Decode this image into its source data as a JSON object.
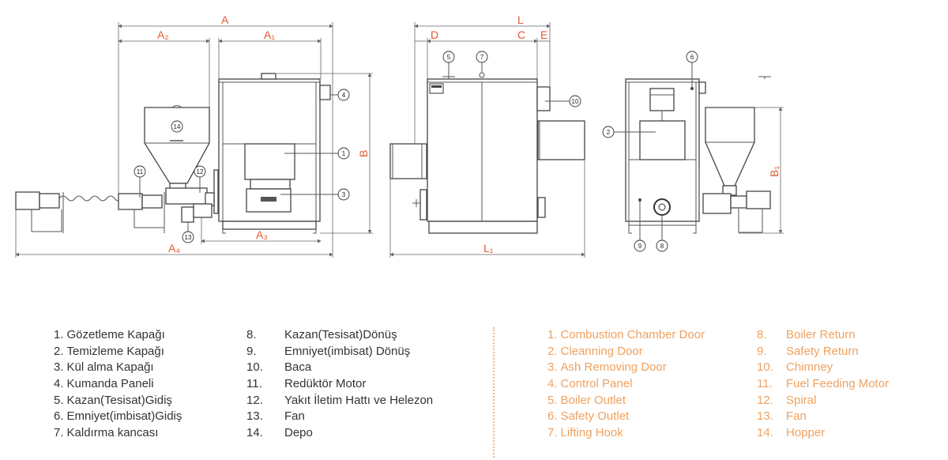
{
  "dimensions": {
    "A": "A",
    "A1": "A₁",
    "A2": "A₂",
    "A3": "A₃",
    "A4": "A₄",
    "B": "B",
    "L": "L",
    "L1": "L₁",
    "C": "C",
    "D": "D",
    "E": "E",
    "B1": "B₁"
  },
  "callouts": {
    "c1": "1",
    "c2": "2",
    "c3": "3",
    "c4": "4",
    "c5": "5",
    "c6": "6",
    "c7": "7",
    "c8": "8",
    "c9": "9",
    "c10": "10",
    "c11": "11",
    "c12": "12",
    "c13": "13",
    "c14": "14"
  },
  "legend_tr": [
    {
      "num": "1.",
      "label": "Gözetleme Kapağı"
    },
    {
      "num": "2.",
      "label": "Temizleme Kapağı"
    },
    {
      "num": "3.",
      "label": "Kül alma Kapağı"
    },
    {
      "num": "4.",
      "label": "Kumanda Paneli"
    },
    {
      "num": "5.",
      "label": "Kazan(Tesisat)Gidiş"
    },
    {
      "num": "6.",
      "label": "Emniyet(imbisat)Gidiş"
    },
    {
      "num": "7.",
      "label": "Kaldırma kancası"
    },
    {
      "num": "8.",
      "label": "Kazan(Tesisat)Dönüş"
    },
    {
      "num": "9.",
      "label": "Emniyet(imbisat) Dönüş"
    },
    {
      "num": "10.",
      "label": "Baca"
    },
    {
      "num": "11.",
      "label": "Redüktör Motor"
    },
    {
      "num": "12.",
      "label": "Yakıt İletim Hattı ve Helezon"
    },
    {
      "num": "13.",
      "label": "Fan"
    },
    {
      "num": "14.",
      "label": "Depo"
    }
  ],
  "legend_en": [
    {
      "num": "1.",
      "label": "Combustion Chamber Door"
    },
    {
      "num": "2.",
      "label": "Cleanning Door"
    },
    {
      "num": "3.",
      "label": "Ash Removing Door"
    },
    {
      "num": "4.",
      "label": "Control Panel"
    },
    {
      "num": "5.",
      "label": "Boiler Outlet"
    },
    {
      "num": "6.",
      "label": "Safety Outlet"
    },
    {
      "num": "7.",
      "label": "Lifting Hook"
    },
    {
      "num": "8.",
      "label": "Boiler Return"
    },
    {
      "num": "9.",
      "label": "Safety Return"
    },
    {
      "num": "10.",
      "label": "Chimney"
    },
    {
      "num": "11.",
      "label": "Fuel Feeding Motor"
    },
    {
      "num": "12.",
      "label": "Spiral"
    },
    {
      "num": "13.",
      "label": "Fan"
    },
    {
      "num": "14.",
      "label": "Hopper"
    }
  ],
  "colors": {
    "dimension": "#e35a35",
    "english_legend": "#f0a15f",
    "turkish_legend": "#333333"
  }
}
